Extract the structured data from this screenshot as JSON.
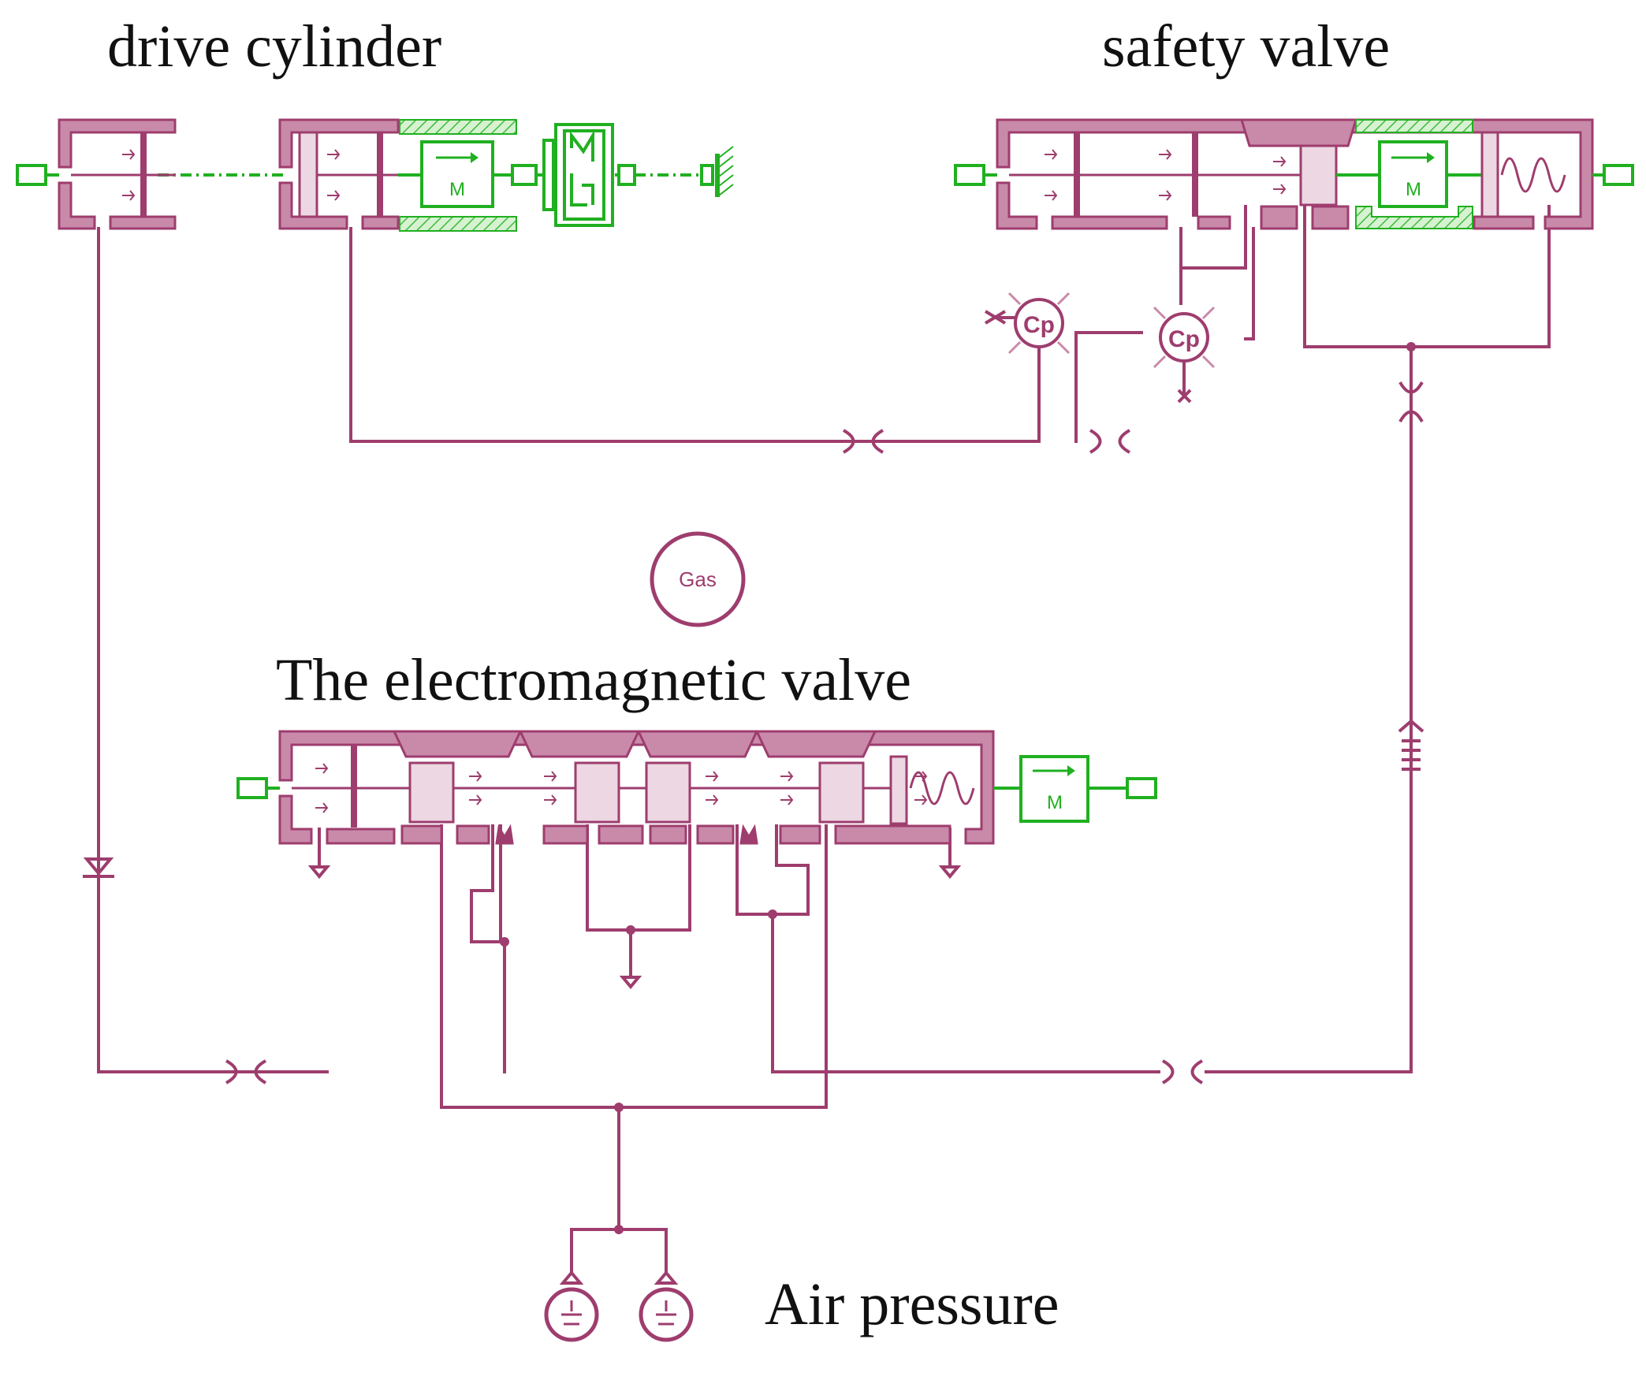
{
  "labels": {
    "drive_cylinder": "drive cylinder",
    "safety_valve": "safety valve",
    "electromagnetic_valve": "The electromagnetic valve",
    "air_pressure": "Air pressure"
  },
  "symbols": {
    "gas": "Gas",
    "mass": "M",
    "capacitance": "Cp"
  },
  "colors": {
    "pneumatic": "#9e3d6e",
    "pneumatic_fill": "#c98aa9",
    "mechanical": "#20b020",
    "background": "#ffffff"
  }
}
